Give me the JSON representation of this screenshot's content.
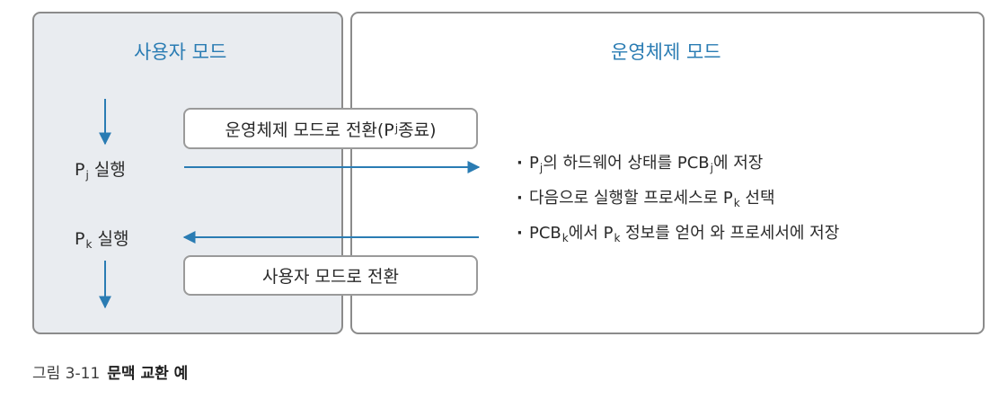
{
  "user_mode": {
    "title": "사용자 모드",
    "proc_j": {
      "label": "P",
      "sub": "j",
      "text": " 실행"
    },
    "proc_k": {
      "label": "P",
      "sub": "k",
      "text": " 실행"
    }
  },
  "os_mode": {
    "title": "운영체제 모드",
    "bullets": [
      {
        "dot": "·",
        "parts": [
          {
            "t": "P"
          },
          {
            "s": "j"
          },
          {
            "t": "의 하드웨어 상태를 PCB"
          },
          {
            "s": "j"
          },
          {
            "t": "에 저장"
          }
        ]
      },
      {
        "dot": "·",
        "parts": [
          {
            "t": "다음으로 실행할 프로세스로 P"
          },
          {
            "s": "k"
          },
          {
            "t": " 선택"
          }
        ]
      },
      {
        "dot": "·",
        "parts": [
          {
            "t": "PCB"
          },
          {
            "s": "k"
          },
          {
            "t": "에서 P"
          },
          {
            "s": "k"
          },
          {
            "t": " 정보를 얻어 와 프로세서에 저장"
          }
        ]
      }
    ]
  },
  "to_os_label": {
    "before": "운영체제 모드로 전환(P",
    "sub": "j",
    "after": " 종료)"
  },
  "to_user_label": "사용자 모드로 전환",
  "caption": {
    "number": "그림 3-11",
    "title": "문맥 교환 예"
  },
  "colors": {
    "accent": "#2a7cb3",
    "user_panel_bg": "#e9ecf0",
    "border": "#8b8b8b"
  }
}
